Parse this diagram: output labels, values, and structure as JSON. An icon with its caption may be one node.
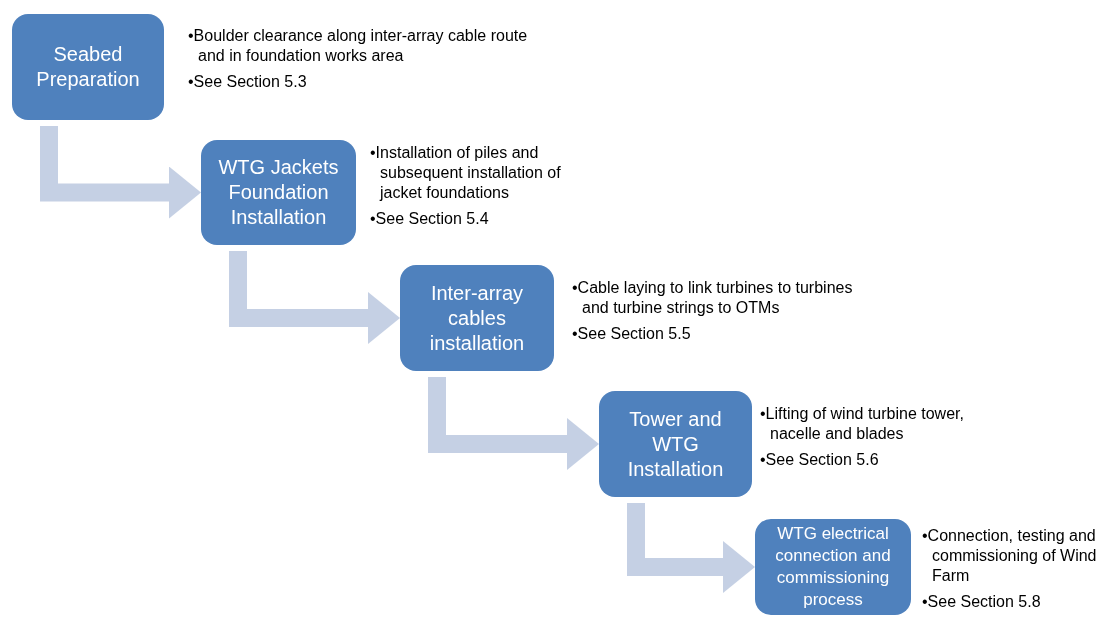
{
  "diagram": {
    "nodes": [
      {
        "text": [
          "Seabed Preparation"
        ],
        "beside": [
          "•Boulder clearance along inter-array cable route and in foundation works area",
          "•See Section 5.3"
        ]
      },
      {
        "text": [
          "WTG Jackets Foundation Installation"
        ],
        "beside": [
          "•Installation of piles and subsequent installation of jacket foundations",
          "•See Section 5.4"
        ]
      },
      {
        "text": [
          "Inter-array cables installation"
        ],
        "beside": [
          "•Cable laying to link turbines to turbines and turbine strings to OTMs",
          "•See Section 5.5"
        ]
      },
      {
        "text": [
          "Tower and WTG Installation"
        ],
        "beside": [
          "•Lifting of  wind turbine tower, nacelle and blades",
          "•See Section 5.6"
        ]
      },
      {
        "text": [
          "WTG electrical connection and commissioning process"
        ],
        "beside": [
          "•Connection, testing and commissioning of Wind Farm",
          "•See Section 5.8"
        ]
      }
    ],
    "edges": [
      {
        "from": 0,
        "to": 1,
        "arrow": "to"
      },
      {
        "from": 1,
        "to": 2,
        "arrow": "to"
      },
      {
        "from": 2,
        "to": 3,
        "arrow": "to"
      },
      {
        "from": 3,
        "to": 4,
        "arrow": "to"
      }
    ]
  }
}
